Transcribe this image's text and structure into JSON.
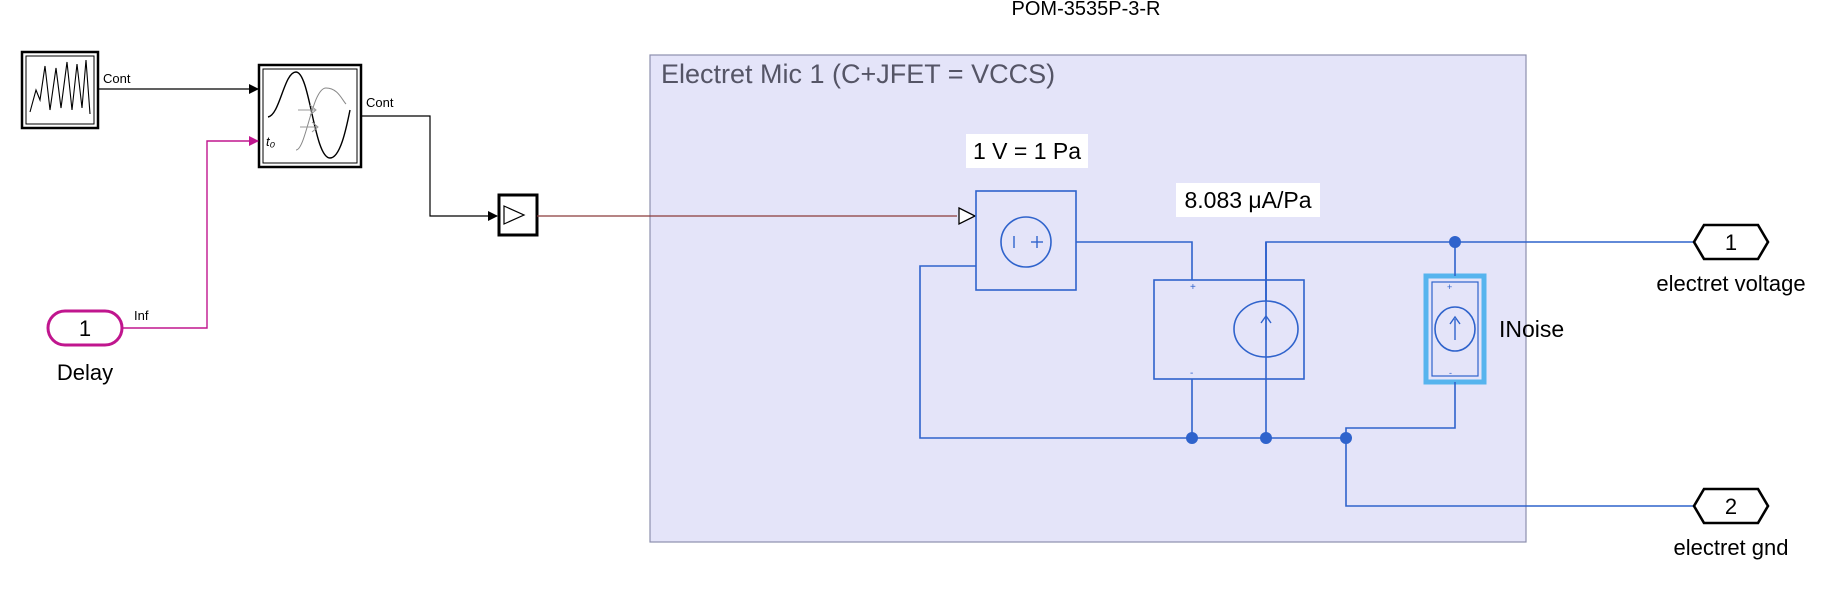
{
  "diagram": {
    "title": "POM-3535P-3-R",
    "subsystem_title": "Electret Mic 1 (C+JFET = VCCS)",
    "gain_label": "1 V = 1 Pa",
    "sensitivity_label": "8.083 μA/Pa",
    "noise_label": "INoise",
    "signal_from_label": "Cont",
    "delay_out_label": "Cont",
    "delay_time_input_label": "t₀",
    "inport": {
      "number": "1",
      "name": "Delay",
      "signal_label": "Inf"
    },
    "outports": [
      {
        "number": "1",
        "name": "electret voltage"
      },
      {
        "number": "2",
        "name": "electret gnd"
      }
    ],
    "colors": {
      "subsystem_fill": "#e4e4f9",
      "subsystem_border": "#8d8fae",
      "physical_line": "#2f63cc",
      "signal_line": "#000000",
      "converter_line": "#8a3a3a",
      "inport_color": "#c0168e",
      "noise_highlight": "#56b4ee"
    }
  }
}
